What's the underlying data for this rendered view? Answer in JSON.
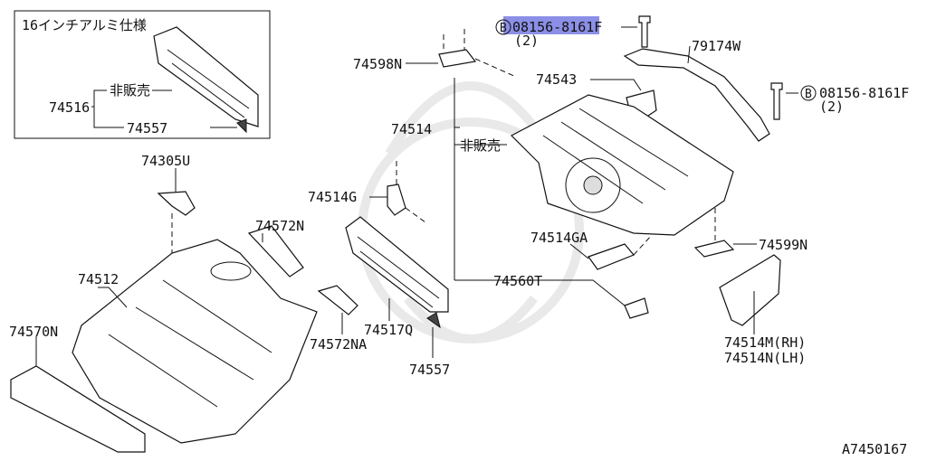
{
  "inset": {
    "title": "16インチアルミ仕様",
    "part_main": "74516",
    "note": "非販売",
    "part_sub": "74557"
  },
  "labels": {
    "bolt_top_code": "08156-8161F",
    "bolt_top_qty": "(2)",
    "bolt_right_code": "08156-8161F",
    "bolt_right_qty": "(2)",
    "bolt_prefix": "B",
    "p79174W": "79174W",
    "p74598N": "74598N",
    "p74543": "74543",
    "p74514": "74514",
    "p74514_note": "非販売",
    "p74305U": "74305U",
    "p74514G": "74514G",
    "p74572N": "74572N",
    "p74512": "74512",
    "p74514GA": "74514GA",
    "p74599N": "74599N",
    "p74570N": "74570N",
    "p74560T": "74560T",
    "p74572NA": "74572NA",
    "p74517Q": "74517Q",
    "p74557": "74557",
    "p74514M": "74514M(RH)",
    "p74514N": "74514N(LH)"
  },
  "diagram_id": "A7450167",
  "colors": {
    "highlight": "#8b8fe6",
    "line": "#111111"
  }
}
